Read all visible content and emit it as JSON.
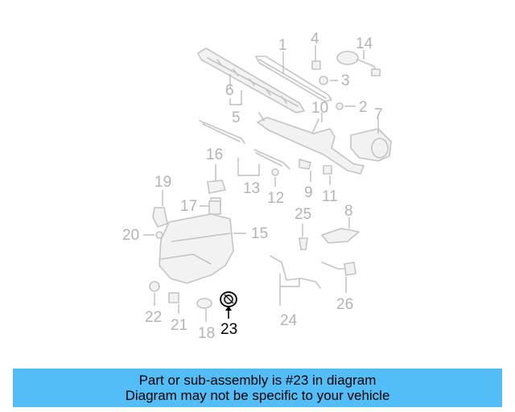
{
  "callouts": {
    "c1": "1",
    "c2": "2",
    "c3": "3",
    "c4": "4",
    "c5": "5",
    "c6": "6",
    "c7": "7",
    "c8": "8",
    "c9": "9",
    "c10": "10",
    "c11": "11",
    "c12": "12",
    "c13": "13",
    "c14": "14",
    "c15": "15",
    "c16": "16",
    "c17": "17",
    "c18": "18",
    "c19": "19",
    "c20": "20",
    "c21": "21",
    "c22": "22",
    "c23": "23",
    "c24": "24",
    "c25": "25",
    "c26": "26"
  },
  "highlighted_part": "23",
  "colors": {
    "banner_background": "#52bdf6",
    "callout_text": "#b3b3b3",
    "highlight_text": "#000000",
    "part_stroke": "#c4c4c4"
  },
  "info_bar": {
    "line1": "Part or sub-assembly is #23 in diagram",
    "line2": "Diagram may not be specific to your vehicle"
  }
}
